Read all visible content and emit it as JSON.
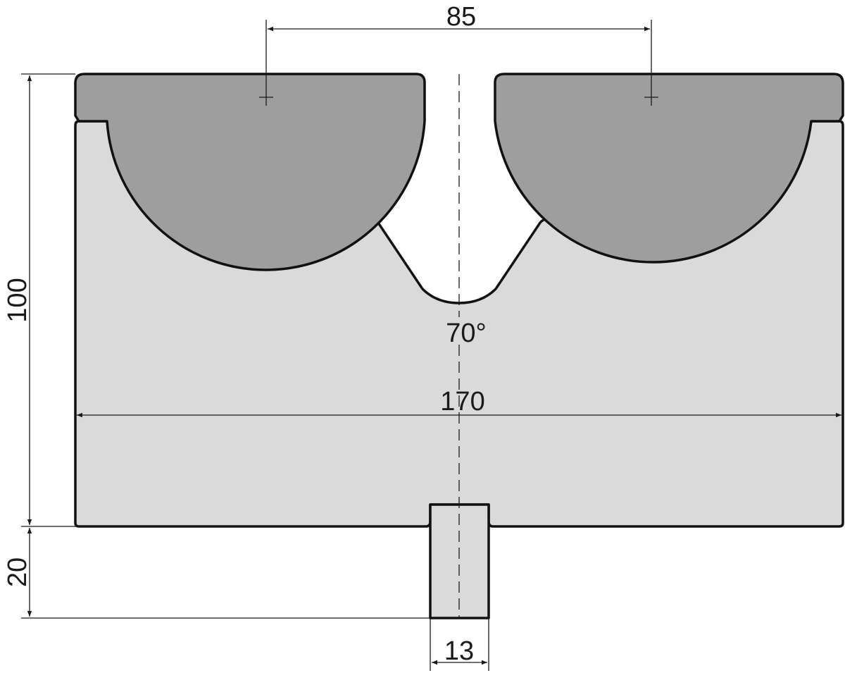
{
  "title": "Press brake die with rotary rolls",
  "colors": {
    "body": "#dadada",
    "rolls": "#9e9e9e",
    "outline": "#111111",
    "dimension": "#1a1a1a"
  },
  "dimensions": {
    "roll_spacing": "85",
    "total_height": "100",
    "tang_height": "20",
    "total_width": "170",
    "tang_width": "13",
    "v_angle": "70°"
  }
}
